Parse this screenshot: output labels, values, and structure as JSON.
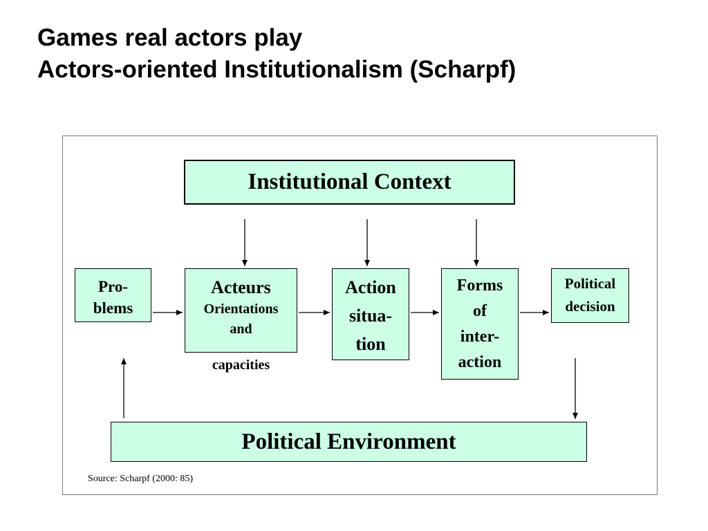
{
  "slide": {
    "title_line1": "Games real actors play",
    "title_line2": "Actors-oriented Institutionalism (Scharpf)"
  },
  "diagram": {
    "institutional_context": "Institutional Context",
    "political_environment": "Political Environment",
    "problems": [
      "Pro-",
      "blems"
    ],
    "acteurs": {
      "title": "Acteurs",
      "sub": [
        "Orientations",
        "and"
      ],
      "below": "capacities"
    },
    "action_situation": [
      "Action",
      "situa-",
      "tion"
    ],
    "forms_of_interaction": [
      "Forms",
      "of",
      "inter-",
      "action"
    ],
    "political_decision": [
      "Political",
      "decision"
    ],
    "source": "Source: Scharpf (2000: 85)"
  },
  "colors": {
    "box_fill": "#ccffe6",
    "box_border": "#000000",
    "frame_border": "#7a7a7a"
  }
}
